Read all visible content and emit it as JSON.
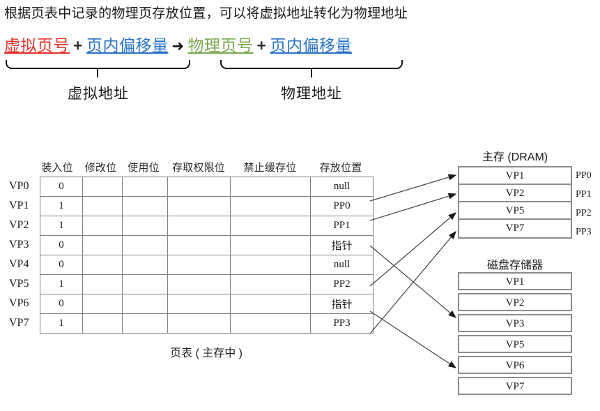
{
  "headline": "根据页表中记录的物理页存放位置，可以将虚拟地址转化为物理地址",
  "formula": {
    "virtual_page_number": "虚拟页号",
    "plus1": "+",
    "page_offset_left": "页内偏移量",
    "arrow": "➜",
    "physical_page_number": "物理页号",
    "plus2": "+",
    "page_offset_right": "页内偏移量",
    "colors": {
      "virtual": "#e8342a",
      "offset": "#2a73c8",
      "physical": "#7aa84f",
      "plus": "#2f2f2f"
    }
  },
  "braces": {
    "left_label": "虚拟地址",
    "right_label": "物理地址"
  },
  "page_table": {
    "caption": "页表 ( 主存中 )",
    "columns": [
      "装入位",
      "修改位",
      "使用位",
      "存取权限位",
      "禁止缓存位",
      "存放位置"
    ],
    "row_labels": [
      "VP0",
      "VP1",
      "VP2",
      "VP3",
      "VP4",
      "VP5",
      "VP6",
      "VP7"
    ],
    "rows": [
      {
        "label": "VP0",
        "valid": "0",
        "modified": "",
        "used": "",
        "access": "",
        "nocache": "",
        "location": "null",
        "location_red": false
      },
      {
        "label": "VP1",
        "valid": "1",
        "modified": "",
        "used": "",
        "access": "",
        "nocache": "",
        "location": "PP0",
        "location_red": false
      },
      {
        "label": "VP2",
        "valid": "1",
        "modified": "",
        "used": "",
        "access": "",
        "nocache": "",
        "location": "PP1",
        "location_red": false
      },
      {
        "label": "VP3",
        "valid": "0",
        "modified": "",
        "used": "",
        "access": "",
        "nocache": "",
        "location": "指针",
        "location_red": true
      },
      {
        "label": "VP4",
        "valid": "0",
        "modified": "",
        "used": "",
        "access": "",
        "nocache": "",
        "location": "null",
        "location_red": false
      },
      {
        "label": "VP5",
        "valid": "1",
        "modified": "",
        "used": "",
        "access": "",
        "nocache": "",
        "location": "PP2",
        "location_red": false
      },
      {
        "label": "VP6",
        "valid": "0",
        "modified": "",
        "used": "",
        "access": "",
        "nocache": "",
        "location": "指针",
        "location_red": true
      },
      {
        "label": "VP7",
        "valid": "1",
        "modified": "",
        "used": "",
        "access": "",
        "nocache": "",
        "location": "PP3",
        "location_red": false
      }
    ],
    "red_color": "#ee1c1c"
  },
  "main_memory": {
    "title": "主存 (DRAM)",
    "frames": [
      "VP1",
      "VP2",
      "VP5",
      "VP7"
    ],
    "frame_labels": [
      "PP0",
      "PP1",
      "PP2",
      "PP3"
    ]
  },
  "disk": {
    "title": "磁盘存储器",
    "pages": [
      "VP1",
      "VP2",
      "VP3",
      "VP5",
      "VP6",
      "VP7"
    ]
  }
}
